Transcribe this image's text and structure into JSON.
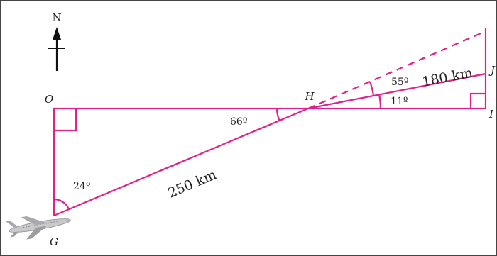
{
  "colors": {
    "line": "#e0218a",
    "text": "#222222",
    "border": "#444444",
    "arrow": "#111111"
  },
  "compass": {
    "label": "N",
    "icon": "north-arrow-icon"
  },
  "points": {
    "O": "O",
    "H": "H",
    "I": "I",
    "J": "J",
    "G": "G"
  },
  "angles": {
    "at_G": "24º",
    "at_H_left": "66º",
    "at_H_upper": "55º",
    "at_H_lower": "11º"
  },
  "distances": {
    "GH": "250 km",
    "HJ": "180 km"
  },
  "icons": {
    "plane": "airplane-icon"
  }
}
